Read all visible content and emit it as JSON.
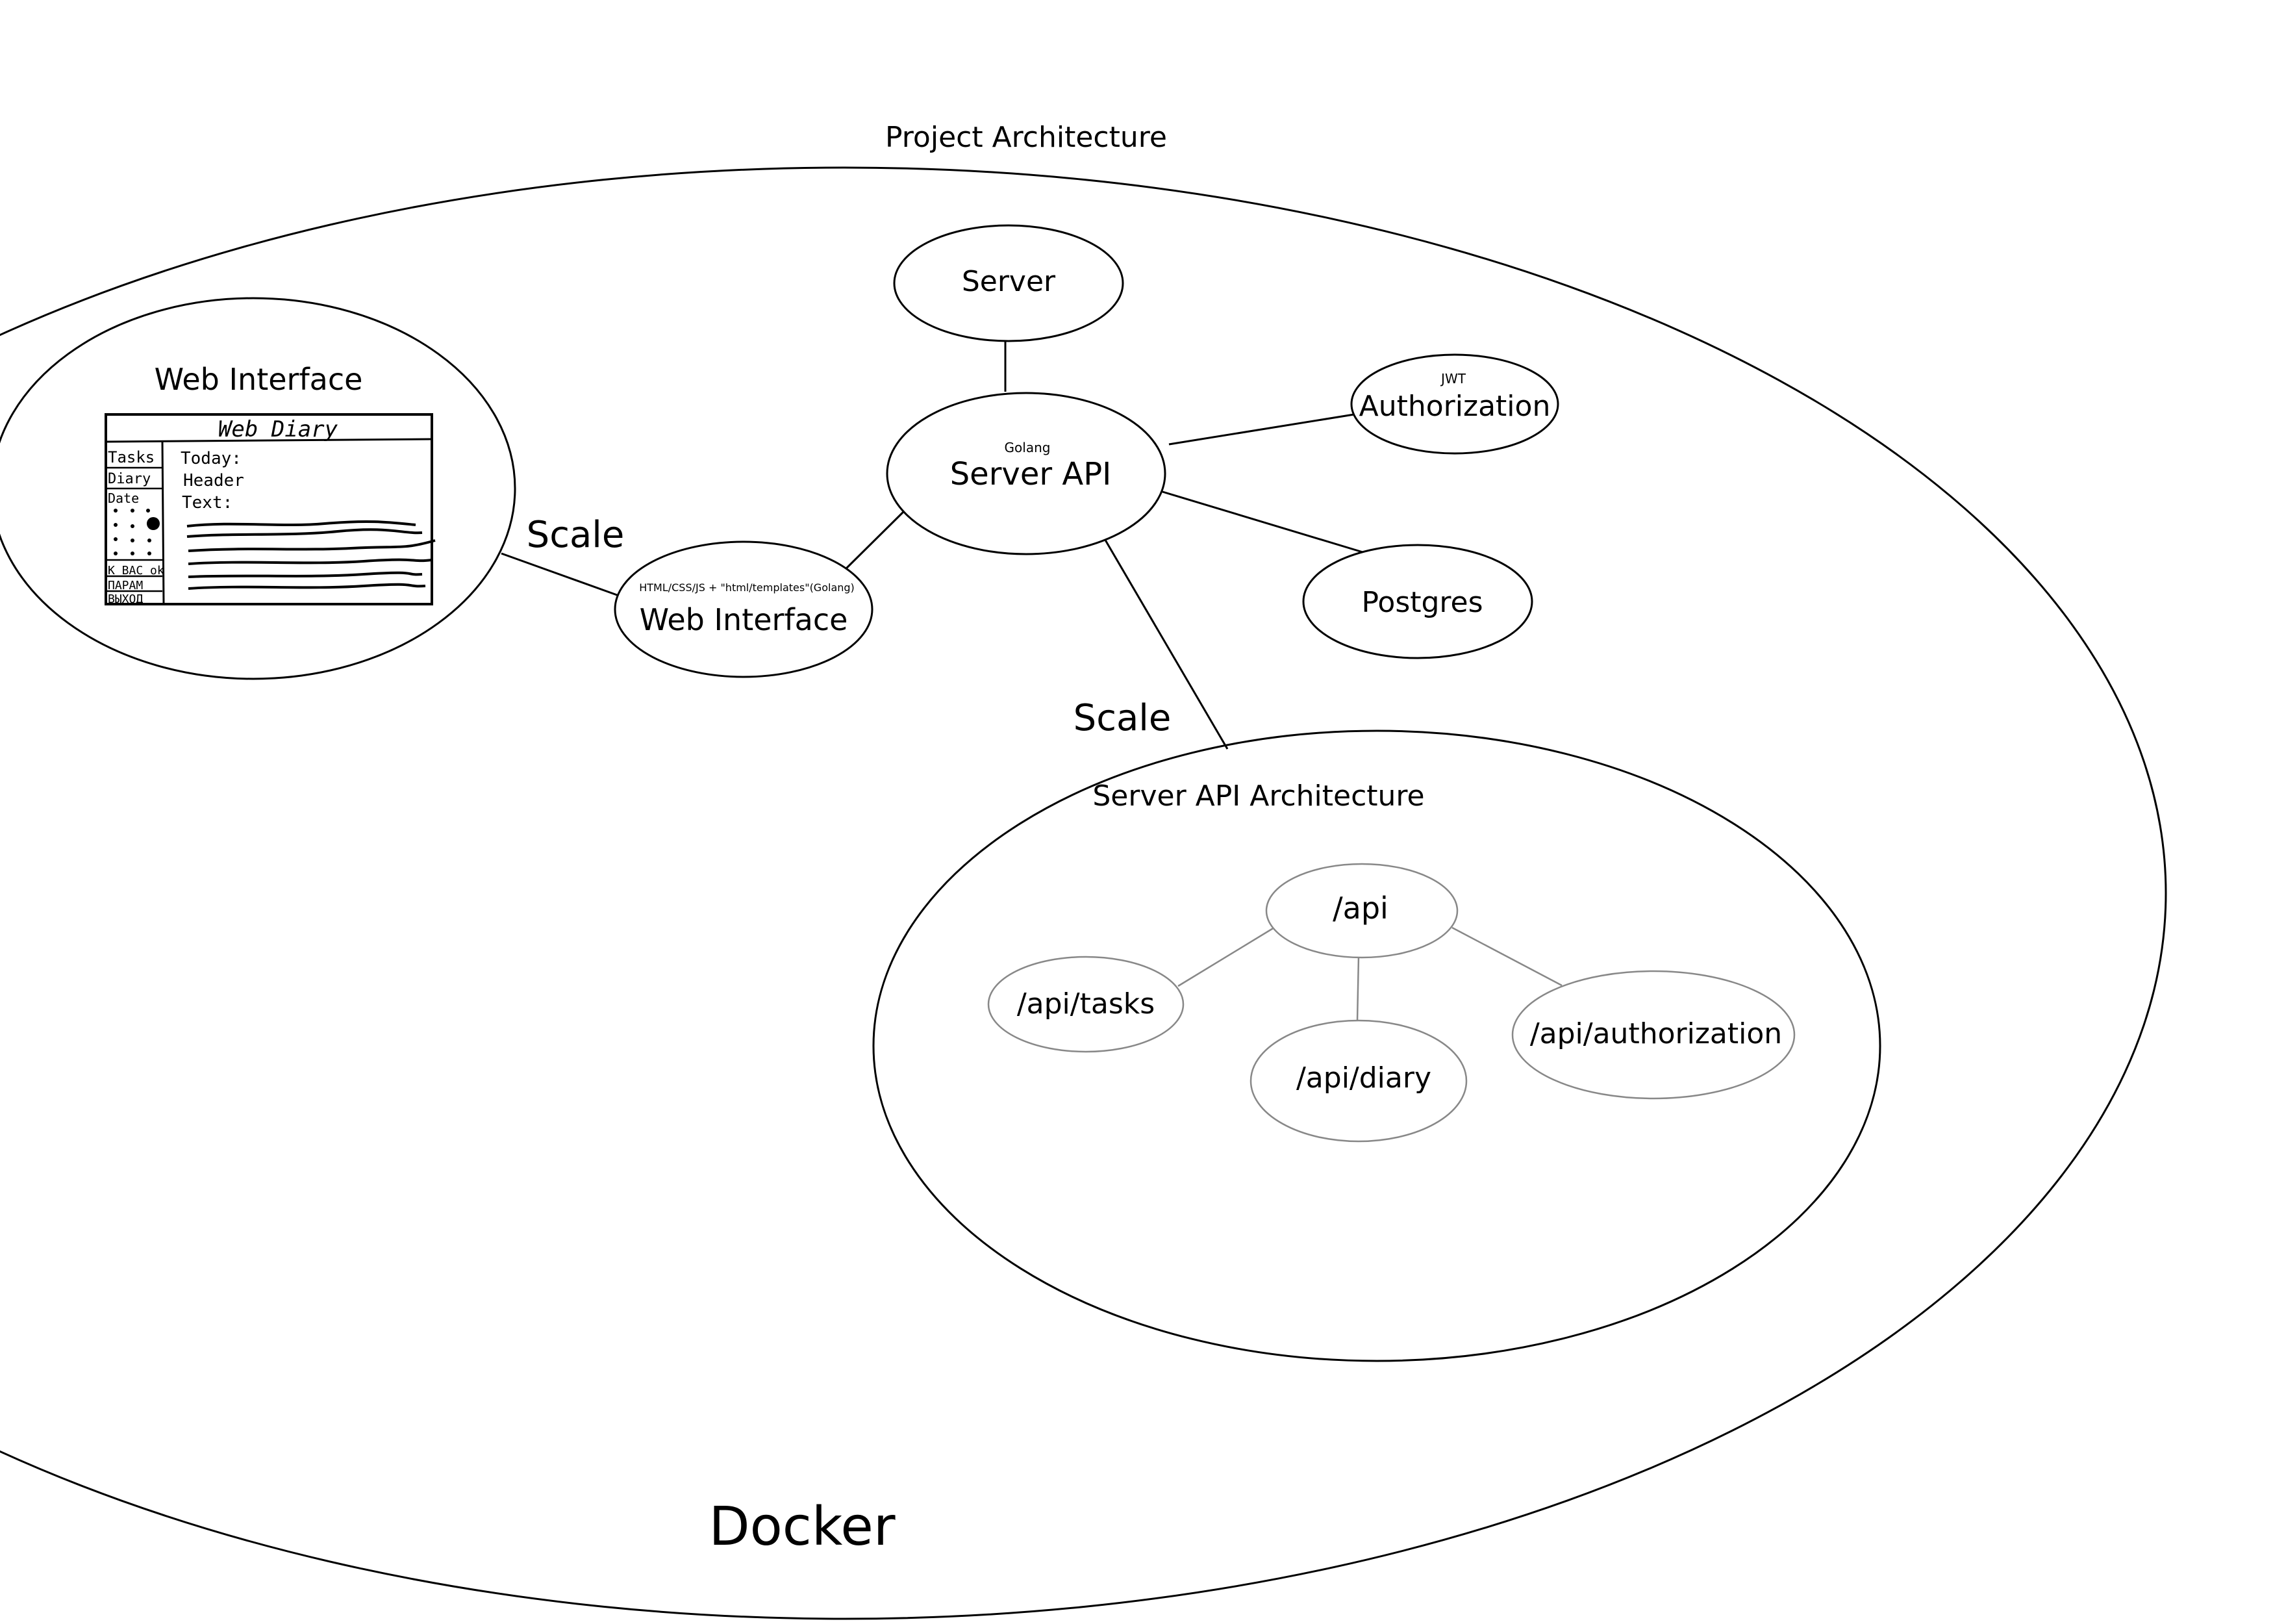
{
  "diagram": {
    "title": "Project Architecture",
    "docker_label": "Docker",
    "web_interface_detail": {
      "title": "Web Interface",
      "sketch": {
        "header": "Web Diary",
        "sidebar_items": [
          "Tasks",
          "Diary",
          "Date"
        ],
        "bottom_items": [
          "K BAC ok",
          "ПАРАМ",
          "ВЫХОД"
        ],
        "content_lines": [
          "Today:",
          "Header",
          "Text:"
        ]
      }
    },
    "scale_left": "Scale",
    "scale_right": "Scale",
    "nodes": {
      "server": {
        "label": "Server"
      },
      "server_api": {
        "tag": "Golang",
        "label": "Server API"
      },
      "authorization": {
        "tag": "JWT",
        "label": "Authorization"
      },
      "postgres": {
        "label": "Postgres"
      },
      "web_interface": {
        "tag": "HTML/CSS/JS + \"html/templates\"(Golang)",
        "label": "Web Interface"
      }
    },
    "api_architecture": {
      "title": "Server API Architecture",
      "nodes": {
        "api": "/api",
        "tasks": "/api/tasks",
        "diary": "/api/diary",
        "authorization": "/api/authorization"
      }
    }
  }
}
